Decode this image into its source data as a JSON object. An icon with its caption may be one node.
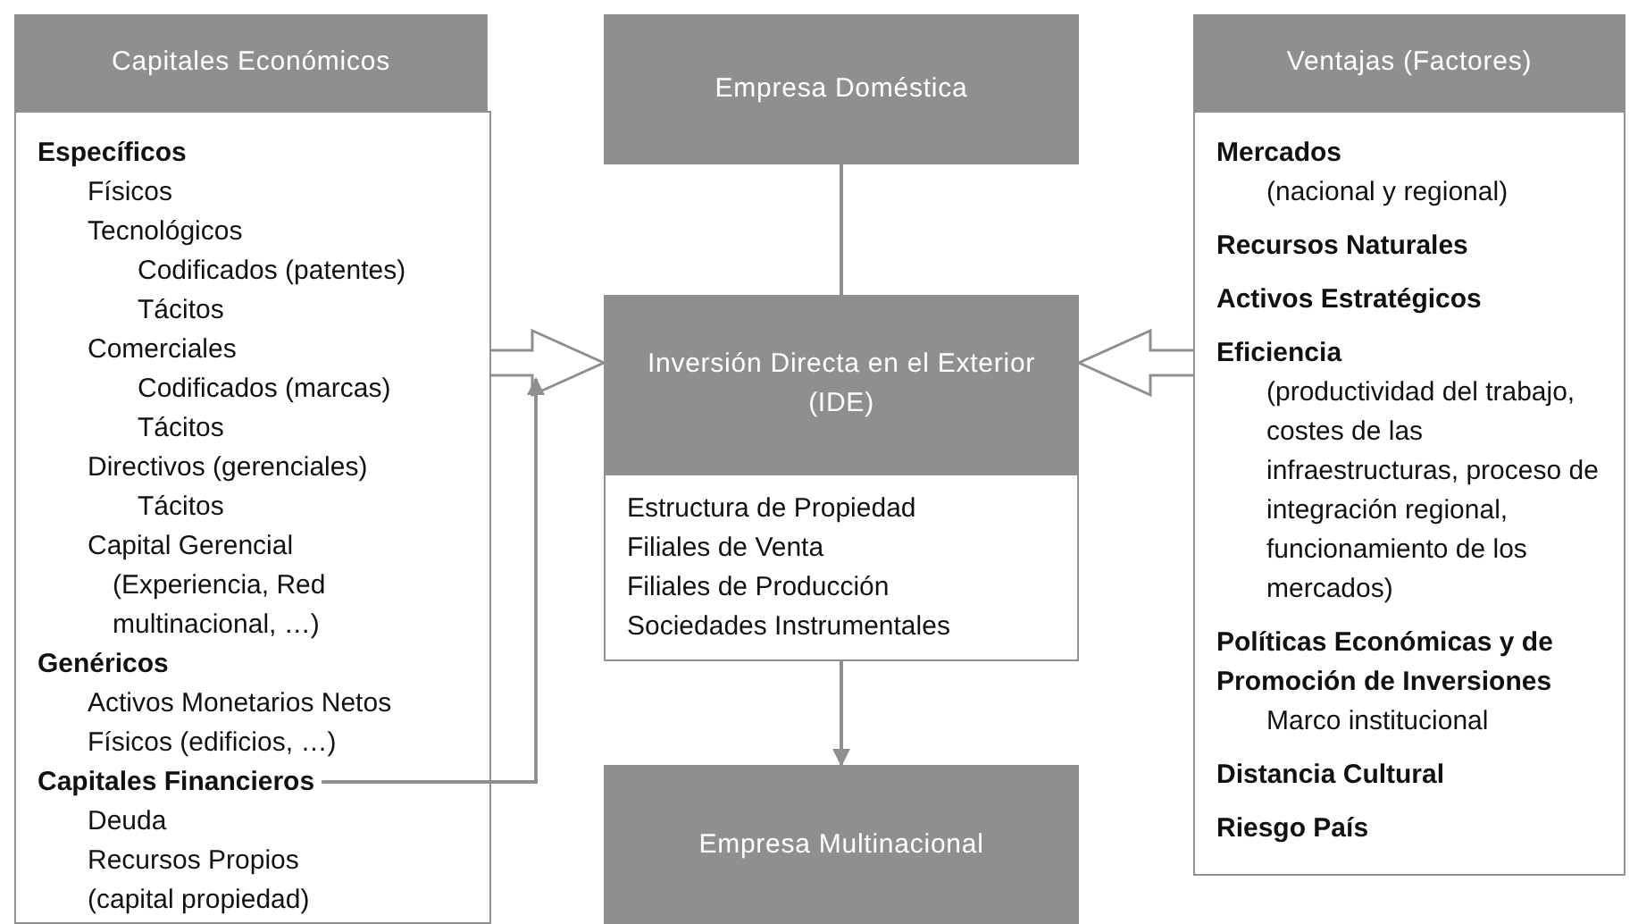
{
  "diagram": {
    "nodes": [
      {
        "text": [
          "Capitales Económicos"
        ]
      },
      {
        "text": [
          "Específicos",
          "Físicos",
          "Tecnológicos",
          "Codificados (patentes)",
          "Tácitos",
          "Comerciales",
          "Codificados (marcas)",
          "Tácitos",
          "Directivos (gerenciales)",
          "Tácitos",
          "Capital Gerencial",
          "(Experiencia, Red multinacional, …)",
          "Genéricos",
          "Activos Monetarios Netos",
          "Físicos (edificios, …)",
          "Deuda",
          "Recursos Propios",
          "(capital propiedad)"
        ]
      },
      {
        "text": [
          "Capitales Financieros"
        ],
        "in": 1
      },
      {
        "text": [
          "Empresa Doméstica"
        ]
      },
      {
        "text": [
          "Inversión Directa en el Exterior (IDE)"
        ]
      },
      {
        "text": [
          "Estructura de Propiedad",
          "Filiales de Venta",
          "Filiales de Producción",
          "Sociedades Instrumentales"
        ]
      },
      {
        "text": [
          "Ventajas (Factores)"
        ]
      },
      {
        "text": [
          "Mercados",
          "(nacional y regional)",
          "Recursos Naturales",
          "Activos Estratégicos",
          "Eficiencia",
          "(productividad del trabajo, costes de las infraestructuras, proceso de integración regional, funcionamiento de los mercados)",
          "Políticas Económicas y de Promoción de Inversiones",
          "Marco institucional",
          "Distancia Cultural",
          "Riesgo País"
        ]
      },
      {
        "text": [
          "Empresa Multinacional"
        ]
      }
    ],
    "edges": [
      {
        "from": 1,
        "to": 4,
        "arrow": "to",
        "style": "thick"
      },
      {
        "from": 7,
        "to": 4,
        "arrow": "to",
        "style": "thick"
      },
      {
        "from": 3,
        "to": 4,
        "arrow": "none"
      },
      {
        "from": 5,
        "to": 8,
        "arrow": "to"
      },
      {
        "from": 2,
        "to": null,
        "arrow": "to"
      }
    ]
  }
}
